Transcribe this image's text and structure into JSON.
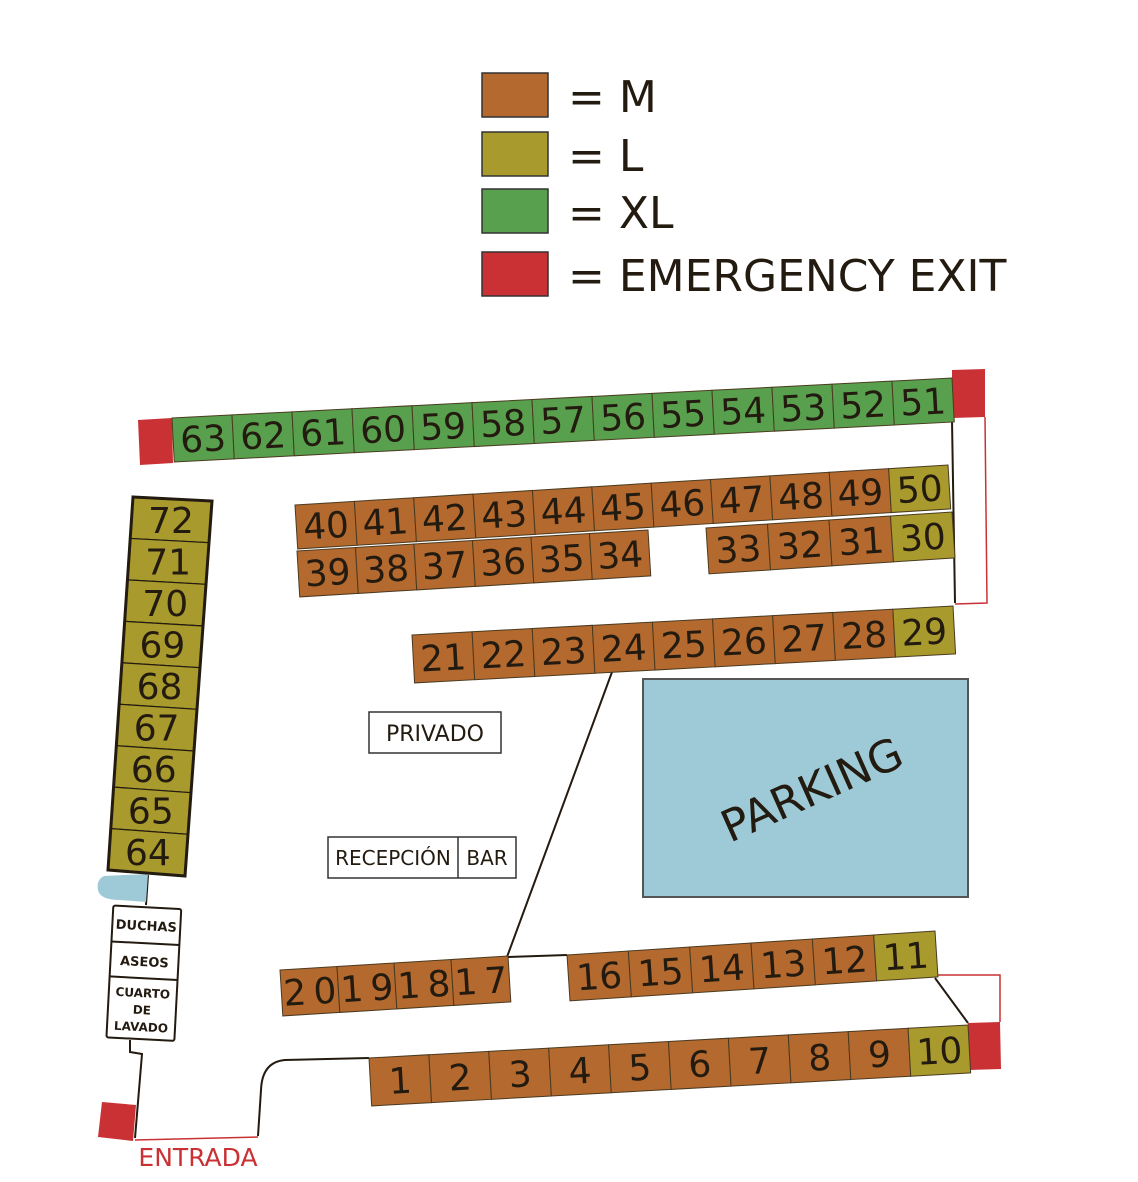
{
  "colors": {
    "M": "#b4692e",
    "L": "#a89a2d",
    "XL": "#58a04d",
    "EXIT": "#c93134",
    "parking": "#9ecad8",
    "entrance": "#c93134"
  },
  "legend": [
    {
      "key": "M",
      "label": "= M"
    },
    {
      "key": "L",
      "label": "= L"
    },
    {
      "key": "XL",
      "label": "= XL"
    },
    {
      "key": "EXIT",
      "label": "= EMERGENCY EXIT"
    }
  ],
  "rows": [
    {
      "id": "row-top",
      "spots": [
        [
          "63",
          "XL"
        ],
        [
          "62",
          "XL"
        ],
        [
          "61",
          "XL"
        ],
        [
          "60",
          "XL"
        ],
        [
          "59",
          "XL"
        ],
        [
          "58",
          "XL"
        ],
        [
          "57",
          "XL"
        ],
        [
          "56",
          "XL"
        ],
        [
          "55",
          "XL"
        ],
        [
          "54",
          "XL"
        ],
        [
          "53",
          "XL"
        ],
        [
          "52",
          "XL"
        ],
        [
          "51",
          "XL"
        ]
      ]
    },
    {
      "id": "row-40-50",
      "spots": [
        [
          "40",
          "M"
        ],
        [
          "41",
          "M"
        ],
        [
          "42",
          "M"
        ],
        [
          "43",
          "M"
        ],
        [
          "44",
          "M"
        ],
        [
          "45",
          "M"
        ],
        [
          "46",
          "M"
        ],
        [
          "47",
          "M"
        ],
        [
          "48",
          "M"
        ],
        [
          "49",
          "M"
        ],
        [
          "50",
          "L"
        ]
      ]
    },
    {
      "id": "row-39-34",
      "spots": [
        [
          "39",
          "M"
        ],
        [
          "38",
          "M"
        ],
        [
          "37",
          "M"
        ],
        [
          "36",
          "M"
        ],
        [
          "35",
          "M"
        ],
        [
          "34",
          "M"
        ]
      ]
    },
    {
      "id": "row-33-30",
      "spots": [
        [
          "33",
          "M"
        ],
        [
          "32",
          "M"
        ],
        [
          "31",
          "M"
        ],
        [
          "30",
          "L"
        ]
      ]
    },
    {
      "id": "row-21-29",
      "spots": [
        [
          "21",
          "M"
        ],
        [
          "22",
          "M"
        ],
        [
          "23",
          "M"
        ],
        [
          "24",
          "M"
        ],
        [
          "25",
          "M"
        ],
        [
          "26",
          "M"
        ],
        [
          "27",
          "M"
        ],
        [
          "28",
          "M"
        ],
        [
          "29",
          "L"
        ]
      ]
    },
    {
      "id": "column-72-64",
      "spots": [
        [
          "72",
          "L"
        ],
        [
          "71",
          "L"
        ],
        [
          "70",
          "L"
        ],
        [
          "69",
          "L"
        ],
        [
          "68",
          "L"
        ],
        [
          "67",
          "L"
        ],
        [
          "66",
          "L"
        ],
        [
          "65",
          "L"
        ],
        [
          "64",
          "L"
        ]
      ]
    },
    {
      "id": "row-20-17",
      "spots": [
        [
          "20",
          "M"
        ],
        [
          "19",
          "M"
        ],
        [
          "18",
          "M"
        ],
        [
          "17",
          "M"
        ]
      ]
    },
    {
      "id": "row-16-11",
      "spots": [
        [
          "16",
          "M"
        ],
        [
          "15",
          "M"
        ],
        [
          "14",
          "M"
        ],
        [
          "13",
          "M"
        ],
        [
          "12",
          "M"
        ],
        [
          "11",
          "L"
        ]
      ]
    },
    {
      "id": "row-1-10",
      "spots": [
        [
          "1",
          "M"
        ],
        [
          "2",
          "M"
        ],
        [
          "3",
          "M"
        ],
        [
          "4",
          "M"
        ],
        [
          "5",
          "M"
        ],
        [
          "6",
          "M"
        ],
        [
          "7",
          "M"
        ],
        [
          "8",
          "M"
        ],
        [
          "9",
          "M"
        ],
        [
          "10",
          "L"
        ]
      ]
    }
  ],
  "buildings": {
    "privado": "PRIVADO",
    "recepcion": "RECEPCIÓN",
    "bar": "BAR",
    "duchas": "DUCHAS",
    "aseos": "ASEOS",
    "lavado": [
      "CUARTO",
      "DE",
      "LAVADO"
    ],
    "parking": "PARKING"
  },
  "entrance": "ENTRADA"
}
